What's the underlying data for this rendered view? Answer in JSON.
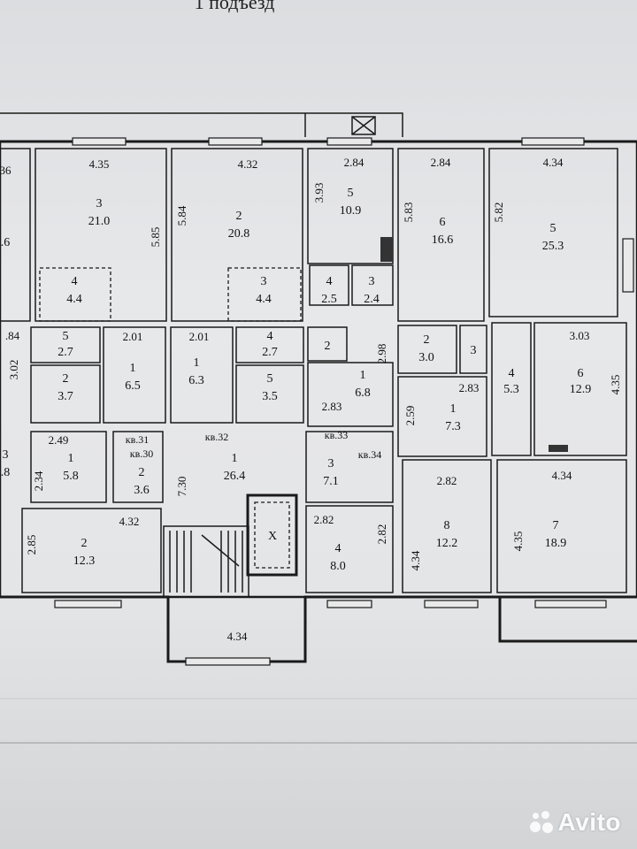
{
  "header_text": "1 подъезд",
  "watermark": "Avito",
  "rooms": [
    {
      "id": "l-edge-a",
      "num": "",
      "area": ".6"
    },
    {
      "id": "l-edge-b",
      "num": "3",
      "area": ".8"
    },
    {
      "id": "a-3",
      "num": "3",
      "area": "21.0"
    },
    {
      "id": "a-4",
      "num": "4",
      "area": "4.4"
    },
    {
      "id": "b-2",
      "num": "2",
      "area": "20.8"
    },
    {
      "id": "b-3",
      "num": "3",
      "area": "4.4"
    },
    {
      "id": "c-5",
      "num": "5",
      "area": "10.9"
    },
    {
      "id": "c-4",
      "num": "4",
      "area": "2.5"
    },
    {
      "id": "c-3",
      "num": "3",
      "area": "2.4"
    },
    {
      "id": "d-6",
      "num": "6",
      "area": "16.6"
    },
    {
      "id": "e-5",
      "num": "5",
      "area": "25.3"
    },
    {
      "id": "m1-5",
      "num": "5",
      "area": "2.7"
    },
    {
      "id": "m1-2",
      "num": "2",
      "area": "3.7"
    },
    {
      "id": "m1-1",
      "num": "1",
      "area": "6.5"
    },
    {
      "id": "m2-1",
      "num": "1",
      "area": "6.3"
    },
    {
      "id": "m2-4",
      "num": "4",
      "area": "2.7"
    },
    {
      "id": "m2-5",
      "num": "5",
      "area": "3.5"
    },
    {
      "id": "m3-2",
      "num": "2",
      "area": ""
    },
    {
      "id": "m3-1",
      "num": "1",
      "area": "6.8"
    },
    {
      "id": "m4-2",
      "num": "2",
      "area": "3.0"
    },
    {
      "id": "m4-3",
      "num": "3",
      "area": ""
    },
    {
      "id": "m4-1",
      "num": "1",
      "area": "7.3"
    },
    {
      "id": "m5-4",
      "num": "4",
      "area": "5.3"
    },
    {
      "id": "m5-6",
      "num": "6",
      "area": "12.9"
    },
    {
      "id": "s1-1",
      "num": "1",
      "area": "5.8"
    },
    {
      "id": "s1-2",
      "num": "2",
      "area": "3.6"
    },
    {
      "id": "hall-1",
      "num": "1",
      "area": "26.4"
    },
    {
      "id": "hall-3",
      "num": "3",
      "area": "7.1"
    },
    {
      "id": "s2-2",
      "num": "2",
      "area": "12.3"
    },
    {
      "id": "s3-4",
      "num": "4",
      "area": "8.0"
    },
    {
      "id": "s4-8",
      "num": "8",
      "area": "12.2"
    },
    {
      "id": "s5-7",
      "num": "7",
      "area": "18.9"
    }
  ],
  "apartments": [
    {
      "id": "kv31",
      "label": "кв.31"
    },
    {
      "id": "kv30",
      "label": "кв.30"
    },
    {
      "id": "kv32",
      "label": "кв.32"
    },
    {
      "id": "kv33",
      "label": "кв.33"
    },
    {
      "id": "kv34",
      "label": "кв.34"
    }
  ],
  "dimensions": [
    {
      "id": "d1",
      "text": "36"
    },
    {
      "id": "d2",
      "text": "4.35"
    },
    {
      "id": "d3",
      "text": "4.32"
    },
    {
      "id": "d4",
      "text": "2.84"
    },
    {
      "id": "d5",
      "text": "2.84"
    },
    {
      "id": "d6",
      "text": "4.34"
    },
    {
      "id": "d7",
      "text": "5.85"
    },
    {
      "id": "d8",
      "text": "5.84"
    },
    {
      "id": "d9",
      "text": "3.93"
    },
    {
      "id": "d10",
      "text": "5.83"
    },
    {
      "id": "d11",
      "text": "5.82"
    },
    {
      "id": "d12",
      "text": ".84"
    },
    {
      "id": "d13",
      "text": "3.02"
    },
    {
      "id": "d14",
      "text": "2.01"
    },
    {
      "id": "d15",
      "text": "2.01"
    },
    {
      "id": "d16",
      "text": "2.98"
    },
    {
      "id": "d17",
      "text": "3.03"
    },
    {
      "id": "d18",
      "text": "4.35"
    },
    {
      "id": "d19",
      "text": "2.83"
    },
    {
      "id": "d20",
      "text": "2.83"
    },
    {
      "id": "d21",
      "text": "2.59"
    },
    {
      "id": "d22",
      "text": "2.49"
    },
    {
      "id": "d23",
      "text": "2.34"
    },
    {
      "id": "d24",
      "text": "7.30"
    },
    {
      "id": "d25",
      "text": "2.82"
    },
    {
      "id": "d26",
      "text": "4.34"
    },
    {
      "id": "d27",
      "text": "4.32"
    },
    {
      "id": "d28",
      "text": "2.85"
    },
    {
      "id": "d29",
      "text": "2.82"
    },
    {
      "id": "d30",
      "text": "2.82"
    },
    {
      "id": "d31",
      "text": "4.34"
    },
    {
      "id": "d32",
      "text": "4.35"
    },
    {
      "id": "d33",
      "text": "4.34"
    }
  ]
}
